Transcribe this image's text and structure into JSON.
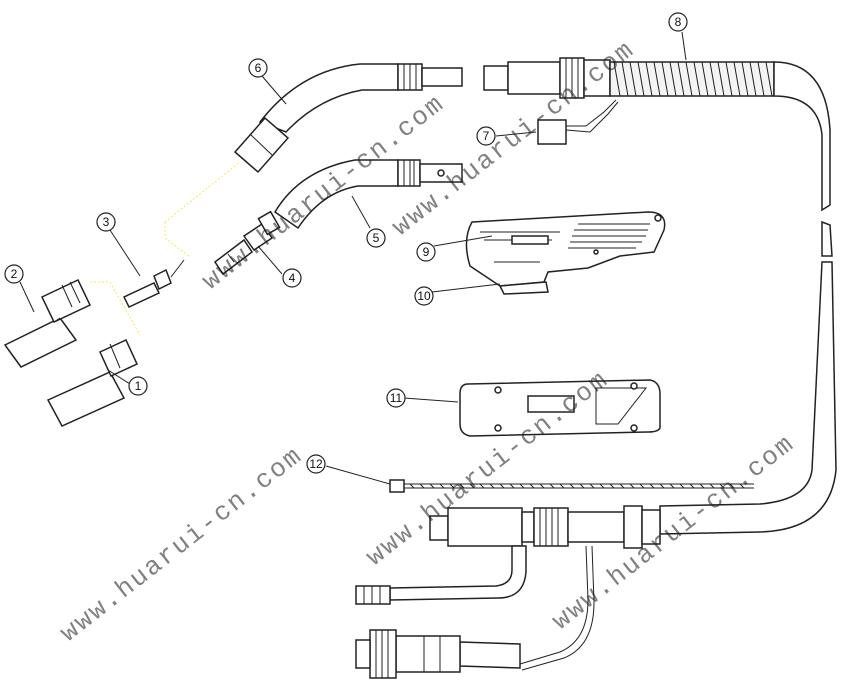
{
  "callouts": [
    "1",
    "2",
    "3",
    "4",
    "5",
    "6",
    "7",
    "8",
    "9",
    "10",
    "11",
    "12"
  ],
  "watermark": "www.huarui-cn.com"
}
